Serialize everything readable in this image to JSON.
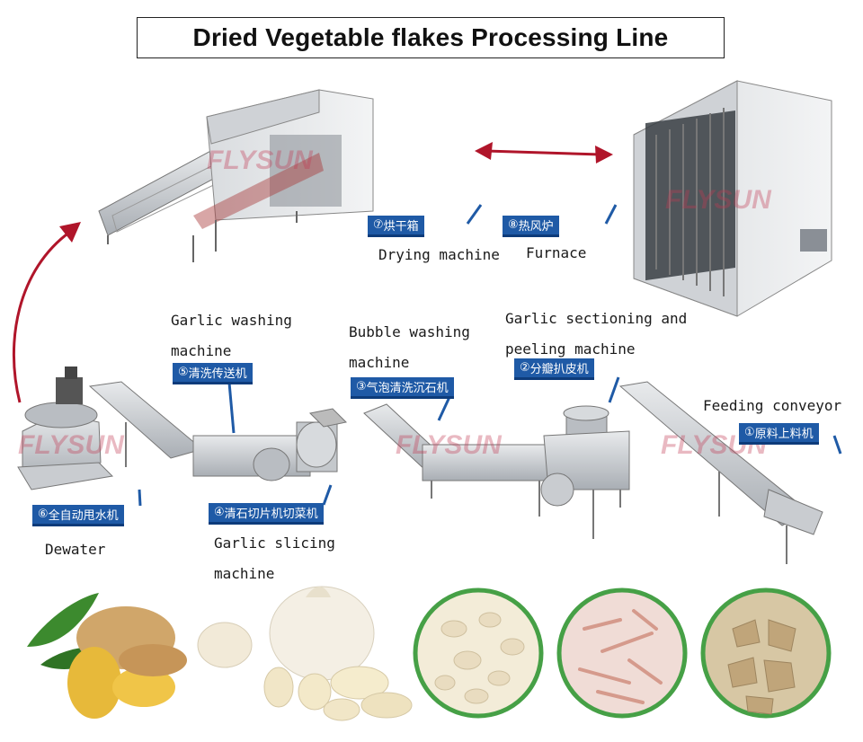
{
  "title": "Dried Vegetable flakes Processing Line",
  "watermark": "FLYSUN",
  "colors": {
    "tag_blue": "#1f5aa6",
    "arrow_red": "#b0152a",
    "steel": "#c9ccd0",
    "dark_steel": "#8a8f96"
  },
  "stations": [
    {
      "num": "⑦",
      "cn": "烘干箱",
      "en_lines": [
        "Drying machine"
      ]
    },
    {
      "num": "⑧",
      "cn": "热风炉",
      "en_lines": [
        "Furnace"
      ]
    },
    {
      "num": "⑤",
      "cn": "清洗传送机",
      "en_lines": [
        "Garlic washing",
        "machine"
      ]
    },
    {
      "num": "③",
      "cn": "气泡清洗沉石机",
      "en_lines": [
        "Bubble washing",
        "machine"
      ]
    },
    {
      "num": "②",
      "cn": "分瓣扒皮机",
      "en_lines": [
        "Garlic sectioning and",
        "peeling machine"
      ]
    },
    {
      "num": "①",
      "cn": "原料上料机",
      "en_lines": [
        "Feeding conveyor"
      ]
    },
    {
      "num": "⑥",
      "cn": "全自动甩水机",
      "en_lines": [
        "Dewater"
      ]
    },
    {
      "num": "④",
      "cn": "清石切片机切菜机",
      "en_lines": [
        "Garlic slicing",
        "machine"
      ]
    }
  ],
  "products": [
    "ginger-icon",
    "garlic-icon",
    "garlic-flakes-icon",
    "onion-flakes-icon",
    "ginger-flakes-icon"
  ]
}
